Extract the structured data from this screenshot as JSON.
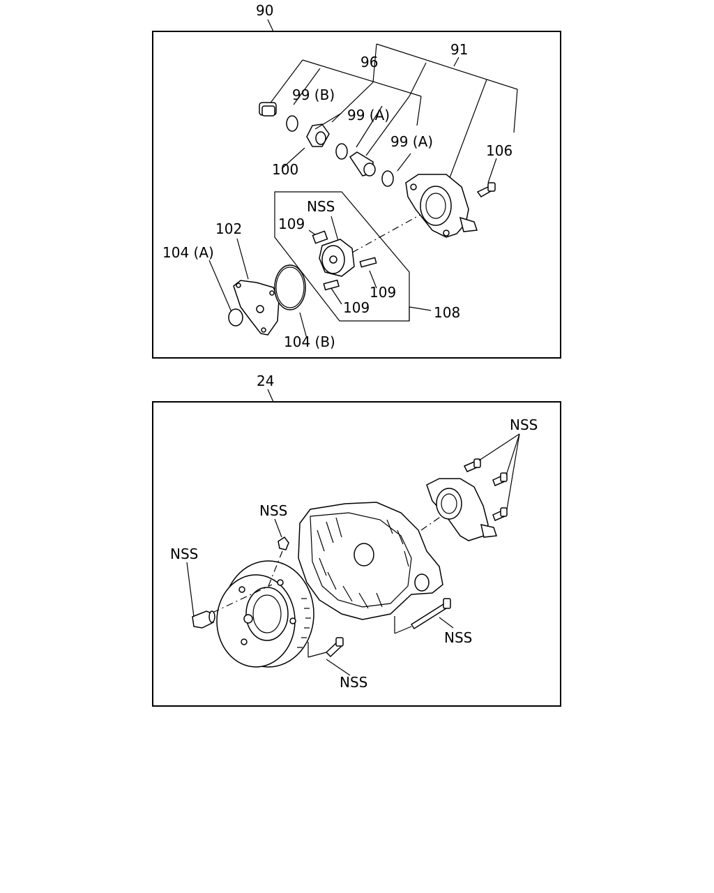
{
  "panels": [
    {
      "id": "top",
      "ref": "90",
      "labels": {
        "p96": "96",
        "p91": "91",
        "p99b": "99 (B)",
        "p99a1": "99 (A)",
        "p99a2": "99 (A)",
        "p106": "106",
        "p100": "100",
        "nss": "NSS",
        "p102": "102",
        "p109a": "109",
        "p104a": "104 (A)",
        "p109b": "109",
        "p109c": "109",
        "p108": "108",
        "p104b": "104 (B)"
      }
    },
    {
      "id": "bottom",
      "ref": "24",
      "labels": {
        "nss1": "NSS",
        "nss2": "NSS",
        "nss3": "NSS",
        "nss4": "NSS",
        "nss5": "NSS"
      }
    }
  ]
}
